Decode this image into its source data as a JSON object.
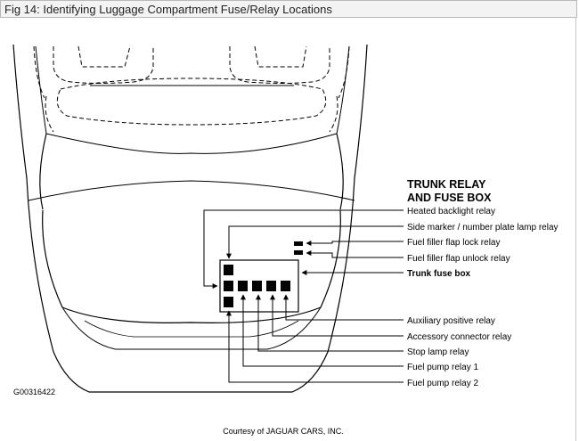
{
  "window": {
    "title": "Fig 14: Identifying Luggage Compartment Fuse/Relay Locations"
  },
  "diagram": {
    "heading_line1": "TRUNK RELAY",
    "heading_line2": "AND FUSE BOX",
    "labels": {
      "heated_backlight": "Heated backlight relay",
      "side_marker": "Side marker / number plate lamp relay",
      "flap_lock": "Fuel filler flap lock relay",
      "flap_unlock": "Fuel filler flap unlock relay",
      "trunk_fuse_box": "Trunk fuse box",
      "aux_positive": "Auxiliary positive relay",
      "accessory_connector": "Accessory connector relay",
      "stop_lamp": "Stop lamp relay",
      "fuel_pump_1": "Fuel pump relay 1",
      "fuel_pump_2": "Fuel pump relay 2"
    },
    "figure_id": "G00316422",
    "credit": "Courtesy of JAGUAR CARS, INC."
  }
}
